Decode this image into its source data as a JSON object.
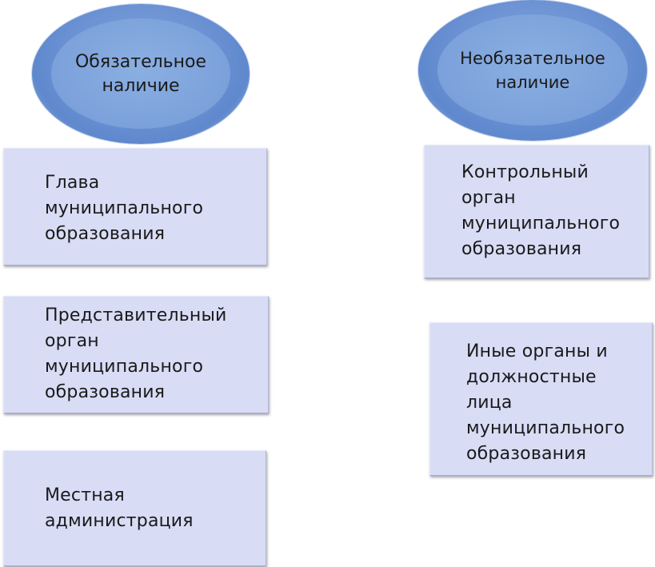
{
  "left_column": {
    "header": "Обязательное\nналичие",
    "boxes": [
      "Глава\nмуниципального\nобразования",
      "Представительный\nорган\nмуниципального\nобразования",
      "Местная\nадминистрация"
    ]
  },
  "right_column": {
    "header": "Необязательное\nналичие",
    "boxes": [
      "Контрольный\nорган\nмуниципального\nобразования",
      "Иные органы и\nдолжностные\nлица\nмуниципального\nобразования"
    ]
  },
  "colors": {
    "ellipse_fill": "#7ea3dc",
    "box_fill": "#d8dcf5"
  }
}
